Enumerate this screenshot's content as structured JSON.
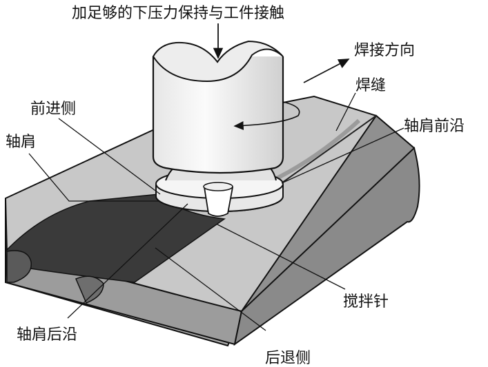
{
  "labels": {
    "force": "加足够的下压力保持与工件接触",
    "direction": "焊接方向",
    "weld_seam": "焊缝",
    "advancing_side": "前进侧",
    "shoulder": "轴肩",
    "shoulder_leading_edge": "轴肩前沿",
    "pin": "搅拌针",
    "shoulder_trailing_edge": "轴肩后沿",
    "retreating_side": "后退侧"
  },
  "colors": {
    "plate_top": "#c9c9c9",
    "plate_front": "#a8a8a8",
    "plate_side": "#8f8f8f",
    "weld_dark": "#3b3b3b",
    "tool": "#f2f2f2",
    "outline": "#111111"
  }
}
